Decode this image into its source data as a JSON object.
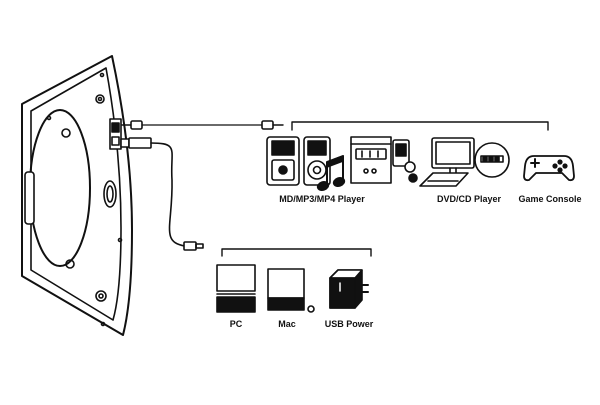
{
  "colors": {
    "line": "#111111",
    "fill": "#ffffff"
  },
  "groups": {
    "audio_video": {
      "labels": {
        "mp3": "MD/MP3/MP4 Player",
        "dvd": "DVD/CD Player",
        "console": "Game Console"
      }
    },
    "usb": {
      "labels": {
        "pc": "PC",
        "mac": "Mac",
        "usb_power": "USB Power"
      }
    }
  },
  "icons": [
    "speaker-panel-icon",
    "audio-jack-cable-icon",
    "usb-cable-icon",
    "md-player-icon",
    "ipod-icon",
    "music-note-icon",
    "cd-player-icon",
    "portable-cd-icon",
    "dvd-player-icon",
    "laptop-icon",
    "gamepad-icon",
    "pc-icon",
    "mac-icon",
    "usb-power-adapter-icon"
  ]
}
